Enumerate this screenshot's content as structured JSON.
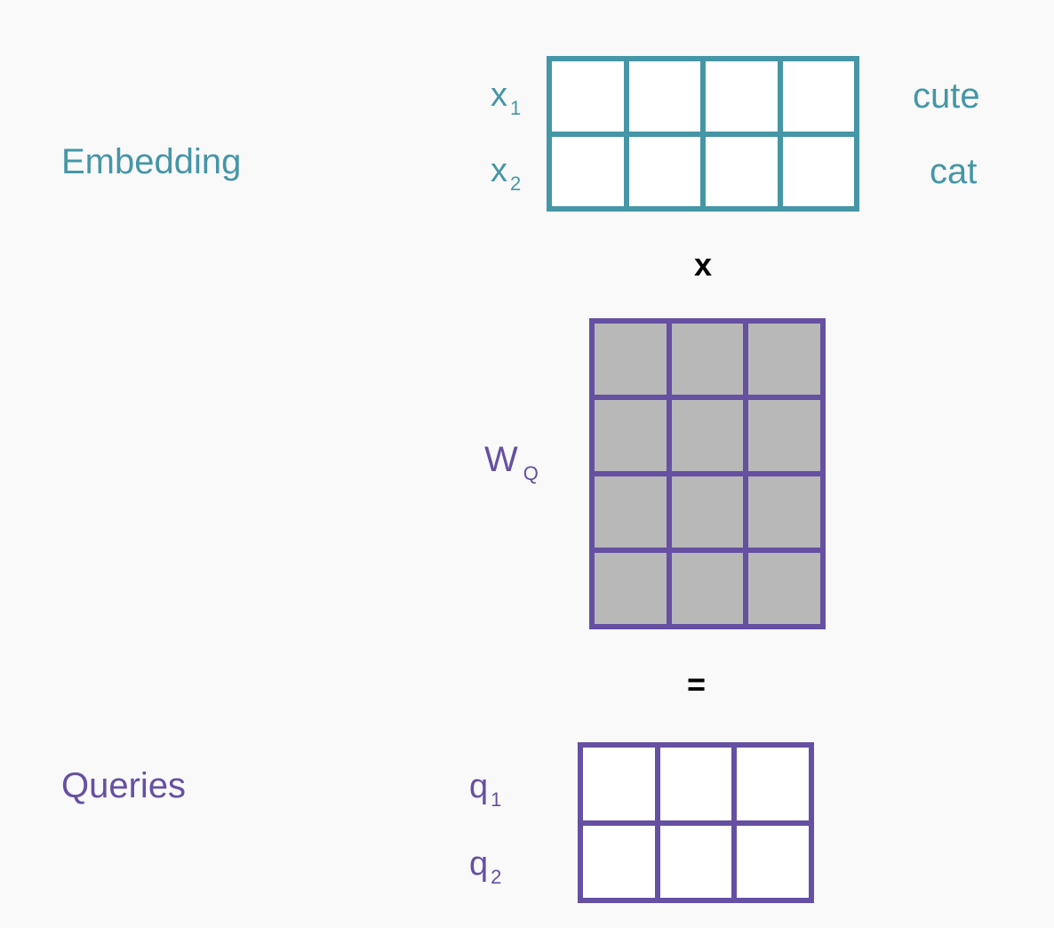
{
  "embedding": {
    "label": "Embedding",
    "rows": [
      {
        "name": "x",
        "sub": "1",
        "word": "cute"
      },
      {
        "name": "x",
        "sub": "2",
        "word": "cat"
      }
    ],
    "rows_count": 2,
    "cols_count": 4,
    "color": "#4596a6",
    "cell_fill": "#ffffff"
  },
  "operator_multiply": "x",
  "weight": {
    "name": "W",
    "sub": "Q",
    "rows_count": 4,
    "cols_count": 3,
    "color": "#6550a2",
    "cell_fill": "#b8b8b8"
  },
  "operator_equals": "=",
  "queries": {
    "label": "Queries",
    "rows": [
      {
        "name": "q",
        "sub": "1"
      },
      {
        "name": "q",
        "sub": "2"
      }
    ],
    "rows_count": 2,
    "cols_count": 3,
    "color": "#6550a2",
    "cell_fill": "#ffffff"
  }
}
